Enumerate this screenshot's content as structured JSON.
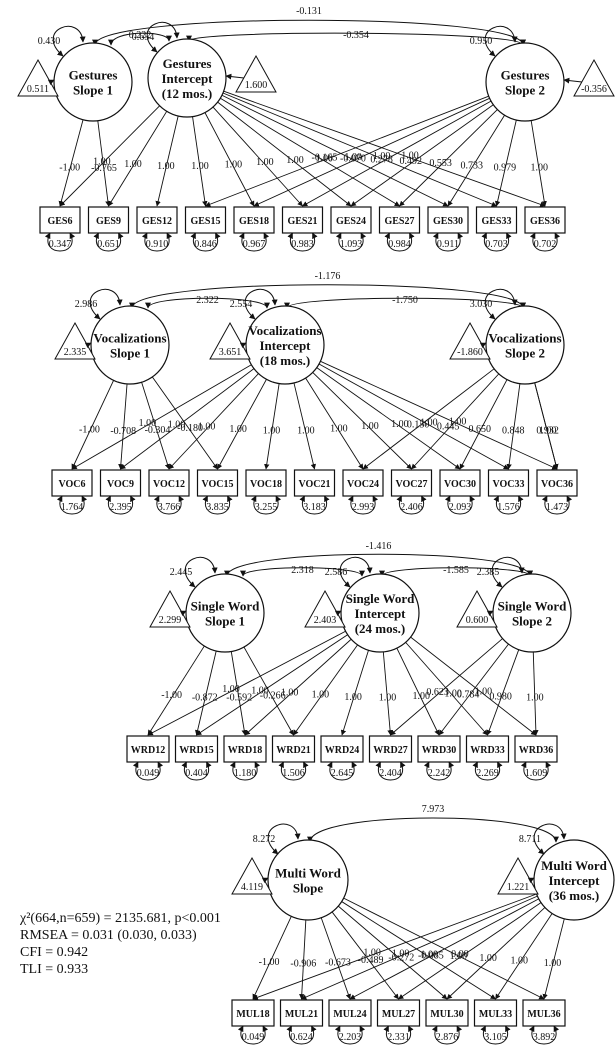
{
  "panels": [
    {
      "id": "gestures",
      "factors": [
        {
          "key": "s1",
          "lines": [
            "Gestures",
            "Slope 1"
          ],
          "variance": "0.430",
          "mean": "0.511"
        },
        {
          "key": "int",
          "lines": [
            "Gestures",
            "Intercept",
            "(12 mos.)"
          ],
          "variance": "0.654",
          "mean": "1.600"
        },
        {
          "key": "s2",
          "lines": [
            "Gestures",
            "Slope 2"
          ],
          "variance": "0.950",
          "mean": "-0.356"
        }
      ],
      "covariances": [
        {
          "from": "s1",
          "to": "int",
          "value": "0.222"
        },
        {
          "from": "s1",
          "to": "s2",
          "value": "-0.131"
        },
        {
          "from": "int",
          "to": "s2",
          "value": "-0.354"
        }
      ],
      "indicators": [
        {
          "label": "GES6",
          "residual": "0.347"
        },
        {
          "label": "GES9",
          "residual": "0.651"
        },
        {
          "label": "GES12",
          "residual": "0.910"
        },
        {
          "label": "GES15",
          "residual": "0.846"
        },
        {
          "label": "GES18",
          "residual": "0.967"
        },
        {
          "label": "GES21",
          "residual": "0.983"
        },
        {
          "label": "GES24",
          "residual": "1.093"
        },
        {
          "label": "GES27",
          "residual": "0.984"
        },
        {
          "label": "GES30",
          "residual": "0.911"
        },
        {
          "label": "GES33",
          "residual": "0.703"
        },
        {
          "label": "GES36",
          "residual": "0.702"
        }
      ],
      "loadings": [
        {
          "factor": "s1",
          "to": 0,
          "value": "-1.00"
        },
        {
          "factor": "s1",
          "to": 1,
          "value": "-0.765"
        },
        {
          "factor": "int",
          "to": 0,
          "value": "1.00"
        },
        {
          "factor": "int",
          "to": 1,
          "value": "1.00"
        },
        {
          "factor": "int",
          "to": 2,
          "value": "1.00"
        },
        {
          "factor": "int",
          "to": 3,
          "value": "1.00"
        },
        {
          "factor": "int",
          "to": 4,
          "value": "1.00"
        },
        {
          "factor": "int",
          "to": 5,
          "value": "1.00"
        },
        {
          "factor": "int",
          "to": 6,
          "value": "1.00"
        },
        {
          "factor": "int",
          "to": 7,
          "value": "1.00"
        },
        {
          "factor": "int",
          "to": 8,
          "value": "1.00"
        },
        {
          "factor": "int",
          "to": 9,
          "value": "1.00"
        },
        {
          "factor": "int",
          "to": 10,
          "value": "1.00"
        },
        {
          "factor": "s2",
          "to": 3,
          "value": "-0.165"
        },
        {
          "factor": "s2",
          "to": 4,
          "value": "-0.070"
        },
        {
          "factor": "s2",
          "to": 5,
          "value": "0.278"
        },
        {
          "factor": "s2",
          "to": 6,
          "value": "0.492"
        },
        {
          "factor": "s2",
          "to": 7,
          "value": "0.553"
        },
        {
          "factor": "s2",
          "to": 8,
          "value": "0.733"
        },
        {
          "factor": "s2",
          "to": 9,
          "value": "0.979"
        },
        {
          "factor": "s2",
          "to": 10,
          "value": "1.00"
        }
      ]
    },
    {
      "id": "vocalizations",
      "factors": [
        {
          "key": "s1",
          "lines": [
            "Vocalizations",
            "Slope 1"
          ],
          "variance": "2.986",
          "mean": "2.335"
        },
        {
          "key": "int",
          "lines": [
            "Vocalizations",
            "Intercept",
            "(18 mos.)"
          ],
          "variance": "2.554",
          "mean": "3.651"
        },
        {
          "key": "s2",
          "lines": [
            "Vocalizations",
            "Slope 2"
          ],
          "variance": "3.030",
          "mean": "-1.860"
        }
      ],
      "covariances": [
        {
          "from": "s1",
          "to": "int",
          "value": "2.322"
        },
        {
          "from": "s1",
          "to": "s2",
          "value": "-1.176"
        },
        {
          "from": "int",
          "to": "s2",
          "value": "-1.750"
        }
      ],
      "indicators": [
        {
          "label": "VOC6",
          "residual": "1.764"
        },
        {
          "label": "VOC9",
          "residual": "2.395"
        },
        {
          "label": "VOC12",
          "residual": "3.766"
        },
        {
          "label": "VOC15",
          "residual": "3.835"
        },
        {
          "label": "VOC18",
          "residual": "3.255"
        },
        {
          "label": "VOC21",
          "residual": "3.183"
        },
        {
          "label": "VOC24",
          "residual": "2.993"
        },
        {
          "label": "VOC27",
          "residual": "2.406"
        },
        {
          "label": "VOC30",
          "residual": "2.093"
        },
        {
          "label": "VOC33",
          "residual": "1.576"
        },
        {
          "label": "VOC36",
          "residual": "1.473"
        }
      ],
      "loadings": [
        {
          "factor": "s1",
          "to": 0,
          "value": "-1.00"
        },
        {
          "factor": "s1",
          "to": 1,
          "value": "-0.708"
        },
        {
          "factor": "s1",
          "to": 2,
          "value": "-0.304"
        },
        {
          "factor": "s1",
          "to": 3,
          "value": "-0.180"
        },
        {
          "factor": "int",
          "to": 0,
          "value": "1.00"
        },
        {
          "factor": "int",
          "to": 1,
          "value": "1.00"
        },
        {
          "factor": "int",
          "to": 2,
          "value": "1.00"
        },
        {
          "factor": "int",
          "to": 3,
          "value": "1.00"
        },
        {
          "factor": "int",
          "to": 4,
          "value": "1.00"
        },
        {
          "factor": "int",
          "to": 5,
          "value": "1.00"
        },
        {
          "factor": "int",
          "to": 6,
          "value": "1.00"
        },
        {
          "factor": "int",
          "to": 7,
          "value": "1.00"
        },
        {
          "factor": "int",
          "to": 8,
          "value": "1.00"
        },
        {
          "factor": "int",
          "to": 9,
          "value": "1.00"
        },
        {
          "factor": "int",
          "to": 10,
          "value": "1.00"
        },
        {
          "factor": "s2",
          "to": 6,
          "value": "0.150"
        },
        {
          "factor": "s2",
          "to": 7,
          "value": "0.445"
        },
        {
          "factor": "s2",
          "to": 8,
          "value": "0.650"
        },
        {
          "factor": "s2",
          "to": 9,
          "value": "0.848"
        },
        {
          "factor": "s2",
          "to": 10,
          "value": "0.932"
        },
        {
          "factor": "s2",
          "to": 10,
          "value": "1.00"
        }
      ]
    },
    {
      "id": "single-word",
      "factors": [
        {
          "key": "s1",
          "lines": [
            "Single Word",
            "Slope 1"
          ],
          "variance": "2.445",
          "mean": "2.299"
        },
        {
          "key": "int",
          "lines": [
            "Single Word",
            "Intercept",
            "(24 mos.)"
          ],
          "variance": "2.586",
          "mean": "2.403"
        },
        {
          "key": "s2",
          "lines": [
            "Single Word",
            "Slope 2"
          ],
          "variance": "2.385",
          "mean": "0.600"
        }
      ],
      "covariances": [
        {
          "from": "s1",
          "to": "int",
          "value": "2.318"
        },
        {
          "from": "s1",
          "to": "s2",
          "value": "-1.416"
        },
        {
          "from": "int",
          "to": "s2",
          "value": "-1.585"
        }
      ],
      "indicators": [
        {
          "label": "WRD12",
          "residual": "0.049"
        },
        {
          "label": "WRD15",
          "residual": "0.404"
        },
        {
          "label": "WRD18",
          "residual": "1.180"
        },
        {
          "label": "WRD21",
          "residual": "1.506"
        },
        {
          "label": "WRD24",
          "residual": "2.645"
        },
        {
          "label": "WRD27",
          "residual": "2.404"
        },
        {
          "label": "WRD30",
          "residual": "2.242"
        },
        {
          "label": "WRD33",
          "residual": "2.269"
        },
        {
          "label": "WRD36",
          "residual": "1.609"
        }
      ],
      "loadings": [
        {
          "factor": "s1",
          "to": 0,
          "value": "-1.00"
        },
        {
          "factor": "s1",
          "to": 1,
          "value": "-0.872"
        },
        {
          "factor": "s1",
          "to": 2,
          "value": "-0.592"
        },
        {
          "factor": "s1",
          "to": 3,
          "value": "-0.266"
        },
        {
          "factor": "int",
          "to": 0,
          "value": "1.00"
        },
        {
          "factor": "int",
          "to": 1,
          "value": "1.00"
        },
        {
          "factor": "int",
          "to": 2,
          "value": "1.00"
        },
        {
          "factor": "int",
          "to": 3,
          "value": "1.00"
        },
        {
          "factor": "int",
          "to": 4,
          "value": "1.00"
        },
        {
          "factor": "int",
          "to": 5,
          "value": "1.00"
        },
        {
          "factor": "int",
          "to": 6,
          "value": "1.00"
        },
        {
          "factor": "int",
          "to": 7,
          "value": "1.00"
        },
        {
          "factor": "int",
          "to": 8,
          "value": "1.00"
        },
        {
          "factor": "s2",
          "to": 5,
          "value": "0.623"
        },
        {
          "factor": "s2",
          "to": 6,
          "value": "0.784"
        },
        {
          "factor": "s2",
          "to": 7,
          "value": "0.980"
        },
        {
          "factor": "s2",
          "to": 8,
          "value": "1.00"
        }
      ]
    },
    {
      "id": "multi-word",
      "factors": [
        {
          "key": "s1",
          "lines": [
            "Multi Word",
            "Slope"
          ],
          "variance": "8.272",
          "mean": "4.119"
        },
        {
          "key": "int",
          "lines": [
            "Multi Word",
            "Intercept",
            "(36 mos.)"
          ],
          "variance": "8.711",
          "mean": "1.221"
        }
      ],
      "covariances": [
        {
          "from": "s1",
          "to": "int",
          "value": "7.973"
        }
      ],
      "indicators": [
        {
          "label": "MUL18",
          "residual": "0.049"
        },
        {
          "label": "MUL21",
          "residual": "0.624"
        },
        {
          "label": "MUL24",
          "residual": "2.203"
        },
        {
          "label": "MUL27",
          "residual": "2.331"
        },
        {
          "label": "MUL30",
          "residual": "2.876"
        },
        {
          "label": "MUL33",
          "residual": "3.105"
        },
        {
          "label": "MUL36",
          "residual": "3.892"
        }
      ],
      "loadings": [
        {
          "factor": "s1",
          "to": 0,
          "value": "-1.00"
        },
        {
          "factor": "s1",
          "to": 1,
          "value": "-0.906"
        },
        {
          "factor": "s1",
          "to": 2,
          "value": "-0.673"
        },
        {
          "factor": "s1",
          "to": 3,
          "value": "-0.489"
        },
        {
          "factor": "s1",
          "to": 4,
          "value": "-0.272"
        },
        {
          "factor": "s1",
          "to": 5,
          "value": "-0.085"
        },
        {
          "factor": "s1",
          "to": 6,
          "value": "0.00"
        },
        {
          "factor": "int",
          "to": 0,
          "value": "1.00"
        },
        {
          "factor": "int",
          "to": 1,
          "value": "1.00"
        },
        {
          "factor": "int",
          "to": 2,
          "value": "1.00"
        },
        {
          "factor": "int",
          "to": 3,
          "value": "1.00"
        },
        {
          "factor": "int",
          "to": 4,
          "value": "1.00"
        },
        {
          "factor": "int",
          "to": 5,
          "value": "1.00"
        },
        {
          "factor": "int",
          "to": 6,
          "value": "1.00"
        }
      ]
    }
  ],
  "fit": {
    "chi_square": "χ²(664,n=659) = 2135.681, p<0.001",
    "rmsea": "RMSEA = 0.031 (0.030, 0.033)",
    "cfi": "CFI = 0.942",
    "tli": "TLI = 0.933"
  }
}
